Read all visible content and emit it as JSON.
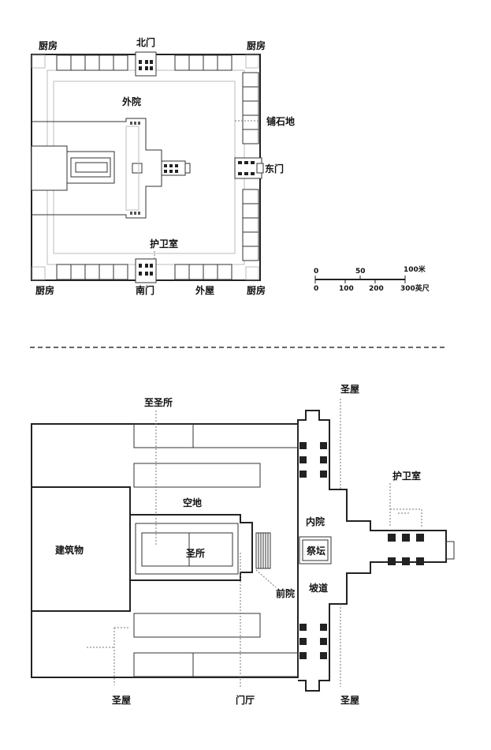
{
  "outer_plan": {
    "labels": {
      "kitchen_nw": "厨房",
      "north_gate": "北门",
      "kitchen_ne": "厨房",
      "outer_court": "外院",
      "pavement": "铺石地",
      "east_gate": "东门",
      "guardroom": "护卫室",
      "kitchen_sw": "厨房",
      "south_gate": "南门",
      "outer_rooms": "外屋",
      "kitchen_se": "厨房"
    }
  },
  "scale_bar": {
    "m0": "0",
    "m50": "50",
    "m100": "100米",
    "f0": "0",
    "f100": "100",
    "f200": "200",
    "f300": "300英尺"
  },
  "inner_plan": {
    "labels": {
      "holy_of_holies": "至圣所",
      "holy_chamber_top": "圣屋",
      "guardroom": "护卫室",
      "open_space": "空地",
      "inner_court": "内院",
      "building": "建筑物",
      "sanctuary": "圣所",
      "altar": "祭坛",
      "front_court": "前院",
      "ramp": "坡道",
      "holy_chamber_bl": "圣屋",
      "vestibule": "门厅",
      "holy_chamber_br": "圣屋"
    }
  }
}
